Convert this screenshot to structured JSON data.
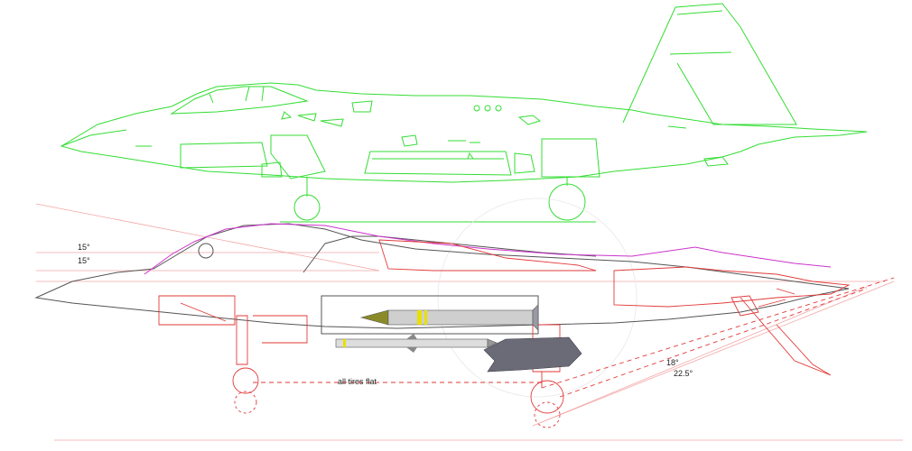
{
  "colors": {
    "upper_outline": "#33dd33",
    "lower_outline": "#555555",
    "reference": "#e23a3a",
    "reference_light": "#f3a6a6",
    "canopy": "#cc33cc",
    "weapons_grey": "#6b6b78",
    "missile_body": "#cfcfcf",
    "missile_band": "#e8e000",
    "missile_nose": "#8a8a2a",
    "background": "#ffffff"
  },
  "annotations": {
    "angle_top": "15°",
    "angle_bottom": "15°",
    "angle_rear_1": "18°",
    "angle_rear_2": "22.5°",
    "tires_note": "all tires flat"
  }
}
